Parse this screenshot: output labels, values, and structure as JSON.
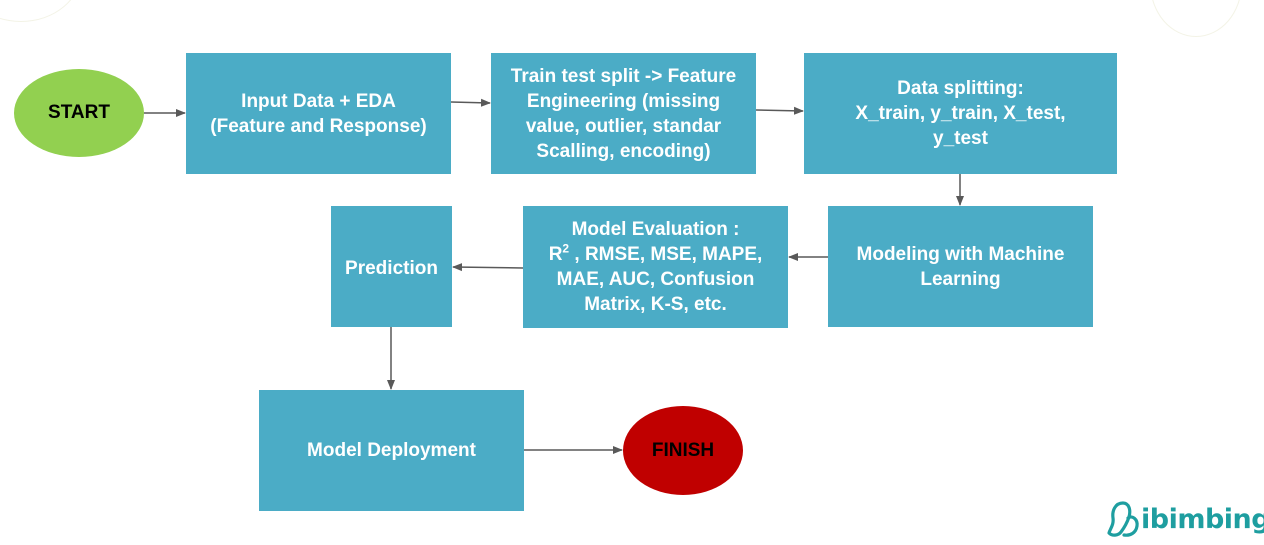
{
  "nodes": {
    "start": "START",
    "input_data": [
      "Input Data + EDA",
      "(Feature and Response)"
    ],
    "train_test": [
      "Train test split -> Feature",
      "Engineering (missing",
      "value, outlier, standar",
      "Scalling, encoding)"
    ],
    "data_splitting": [
      "Data splitting:",
      "X_train, y_train, X_test,",
      "y_test"
    ],
    "modeling": [
      "Modeling with Machine",
      "Learning"
    ],
    "evaluation": {
      "line1": "Model Evaluation :",
      "r_base": "R",
      "r_sup": "2",
      "line2_rest": " , RMSE, MSE, MAPE,",
      "line3": "MAE, AUC, Confusion",
      "line4": "Matrix, K-S, etc."
    },
    "prediction": "Prediction",
    "deployment": "Model Deployment",
    "finish": "FINISH"
  },
  "logo": "ibimbing",
  "colors": {
    "box": "#4bacc6",
    "start": "#92d050",
    "finish": "#c00000",
    "arrow": "#595959",
    "logo": "#1e9ea0"
  }
}
